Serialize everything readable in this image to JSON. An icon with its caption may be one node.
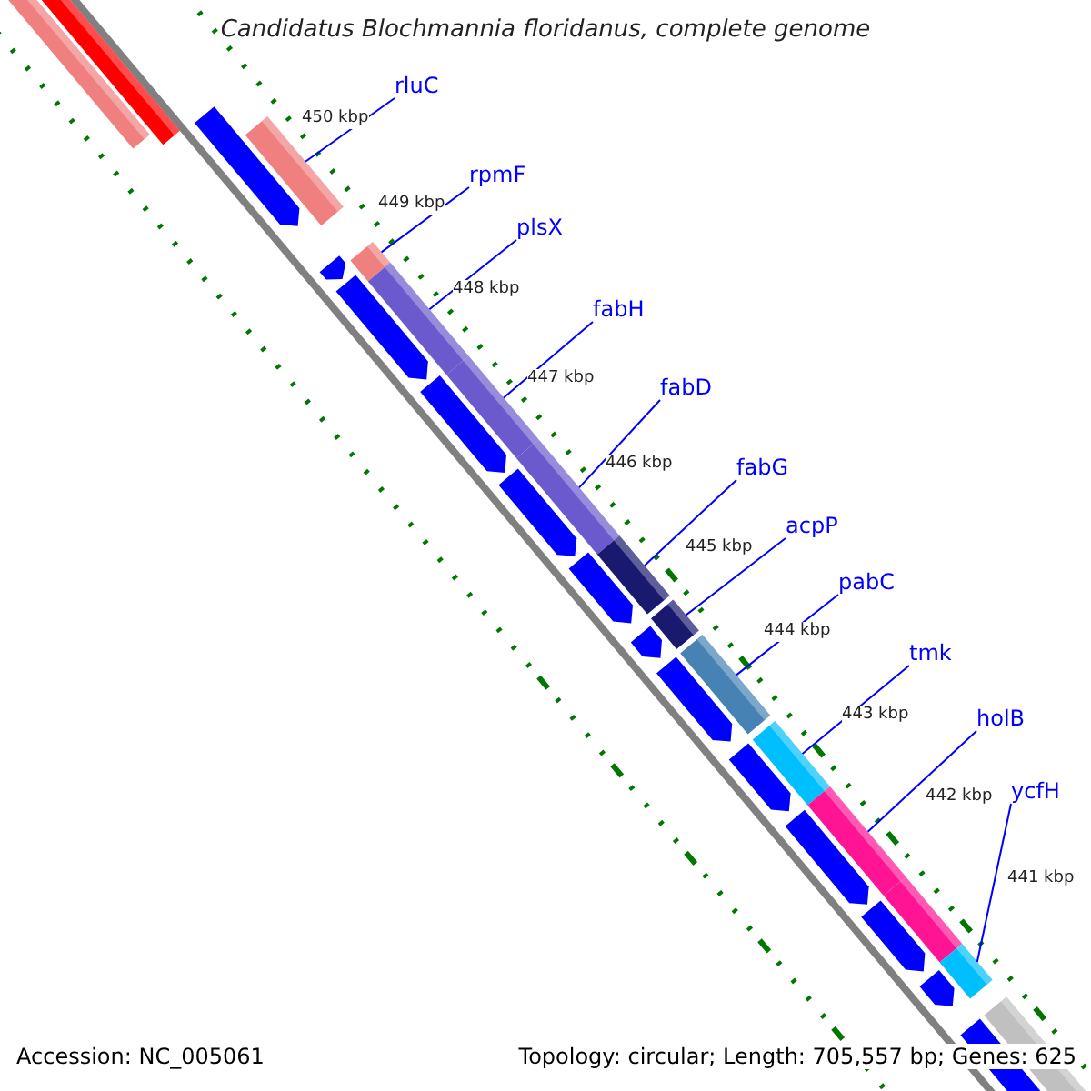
{
  "diagram": {
    "title": "Candidatus Blochmannia floridanus, complete genome",
    "nodes": [
      {
        "text": [
          "rluC"
        ]
      },
      {
        "text": [
          "rpmF"
        ]
      },
      {
        "text": [
          "plsX"
        ]
      },
      {
        "text": [
          "fabH"
        ]
      },
      {
        "text": [
          "fabD"
        ]
      },
      {
        "text": [
          "fabG"
        ]
      },
      {
        "text": [
          "acpP"
        ]
      },
      {
        "text": [
          "pabC"
        ]
      },
      {
        "text": [
          "tmk"
        ]
      },
      {
        "text": [
          "holB"
        ]
      },
      {
        "text": [
          "ycfH"
        ]
      },
      {
        "text": [],
        "shape": "bar"
      },
      {
        "text": [],
        "shape": "bar"
      },
      {
        "text": [],
        "shape": "bar"
      },
      {
        "text": [],
        "shape": "bar"
      },
      {
        "text": [],
        "shape": "bar"
      },
      {
        "text": [],
        "shape": "bar"
      },
      {
        "text": [],
        "shape": "bar"
      },
      {
        "text": [],
        "shape": "bar"
      },
      {
        "text": [],
        "shape": "bar"
      },
      {
        "text": [],
        "shape": "bar"
      },
      {
        "text": [],
        "shape": "bar"
      }
    ],
    "edges": [
      {
        "from": 0,
        "to": 11,
        "arrow": "none"
      },
      {
        "from": 1,
        "to": 12,
        "arrow": "none"
      },
      {
        "from": 2,
        "to": 13,
        "arrow": "none"
      },
      {
        "from": 3,
        "to": 14,
        "arrow": "none"
      },
      {
        "from": 4,
        "to": 15,
        "arrow": "none"
      },
      {
        "from": 5,
        "to": 16,
        "arrow": "none"
      },
      {
        "from": 6,
        "to": 17,
        "arrow": "none"
      },
      {
        "from": 7,
        "to": 18,
        "arrow": "none"
      },
      {
        "from": 8,
        "to": 19,
        "arrow": "none"
      },
      {
        "from": 9,
        "to": 20,
        "arrow": "none"
      },
      {
        "from": 10,
        "to": 21,
        "arrow": "none"
      }
    ],
    "labels": [
      "450 kbp",
      "449 kbp",
      "448 kbp",
      "447 kbp",
      "446 kbp",
      "445 kbp",
      "444 kbp",
      "443 kbp",
      "442 kbp",
      "441 kbp",
      "Accession: NC_005061",
      "Topology: circular; Length: 705,557 bp; Genes: 625"
    ]
  }
}
